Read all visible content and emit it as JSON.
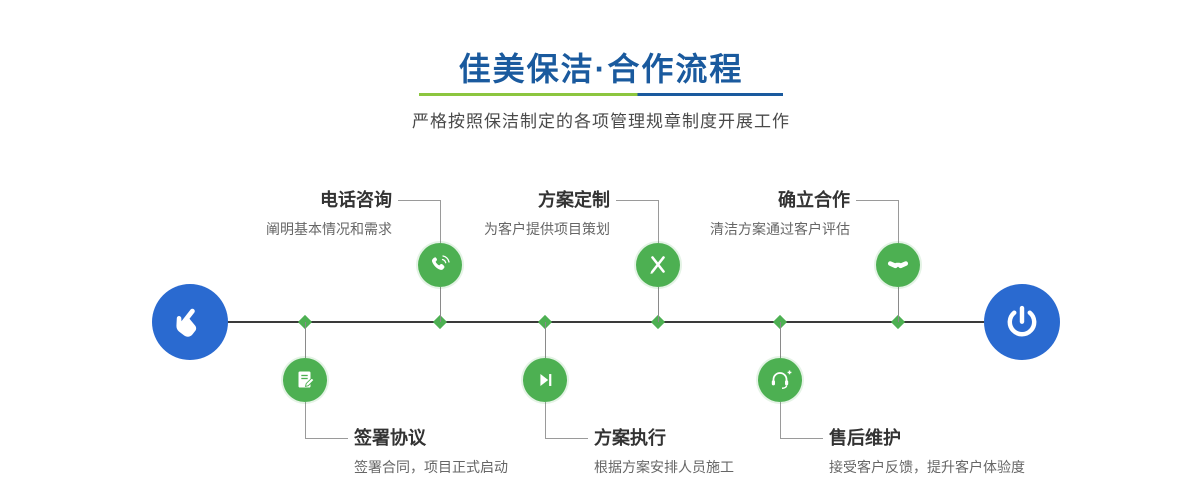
{
  "header": {
    "title": "佳美保洁·合作流程",
    "subtitle": "严格按照保洁制定的各项管理规章制度开展工作"
  },
  "timeline": {
    "start_icon": "hand-pointer-icon",
    "end_icon": "power-icon",
    "steps_top": [
      {
        "title": "电话咨询",
        "desc": "阐明基本情况和需求",
        "icon": "phone-icon"
      },
      {
        "title": "方案定制",
        "desc": "为客户提供项目策划",
        "icon": "design-pencil-icon"
      },
      {
        "title": "确立合作",
        "desc": "清洁方案通过客户评估",
        "icon": "handshake-icon"
      }
    ],
    "steps_bottom": [
      {
        "title": "签署协议",
        "desc": "签署合同，项目正式启动",
        "icon": "contract-icon"
      },
      {
        "title": "方案执行",
        "desc": "根据方案安排人员施工",
        "icon": "play-icon"
      },
      {
        "title": "售后维护",
        "desc": "接受客户反馈，提升客户体验度",
        "icon": "headset-icon"
      }
    ]
  },
  "colors": {
    "title_blue": "#1a5a9e",
    "accent_green": "#4db052",
    "node_blue": "#2a6ad0"
  }
}
